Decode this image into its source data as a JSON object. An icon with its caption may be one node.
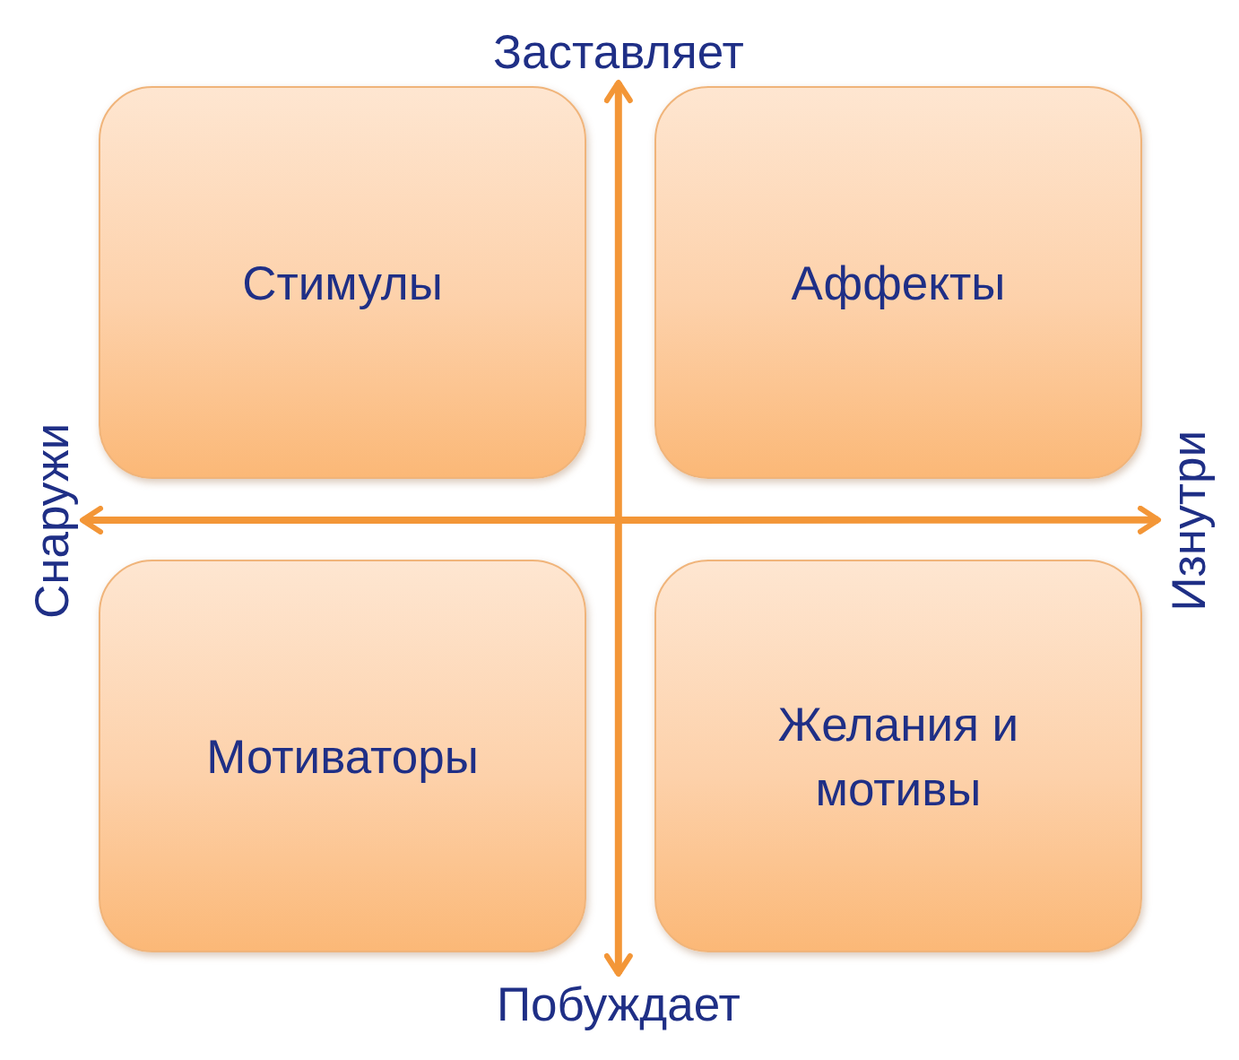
{
  "diagram": {
    "nodes": [
      {
        "text": [
          "Заставляет"
        ]
      },
      {
        "text": [
          "Стимулы"
        ]
      },
      {
        "text": [
          "Аффекты"
        ]
      },
      {
        "text": [
          "Снаружи"
        ]
      },
      {
        "text": [
          "Изнутри"
        ]
      },
      {
        "text": [
          "Мотиваторы"
        ]
      },
      {
        "text": [
          "Желания и мотивы"
        ]
      },
      {
        "text": [
          "Побуждает"
        ]
      }
    ],
    "edges": [
      {
        "from": 0,
        "to": 7,
        "arrow": "both"
      },
      {
        "from": 3,
        "to": 4,
        "arrow": "both"
      }
    ]
  }
}
